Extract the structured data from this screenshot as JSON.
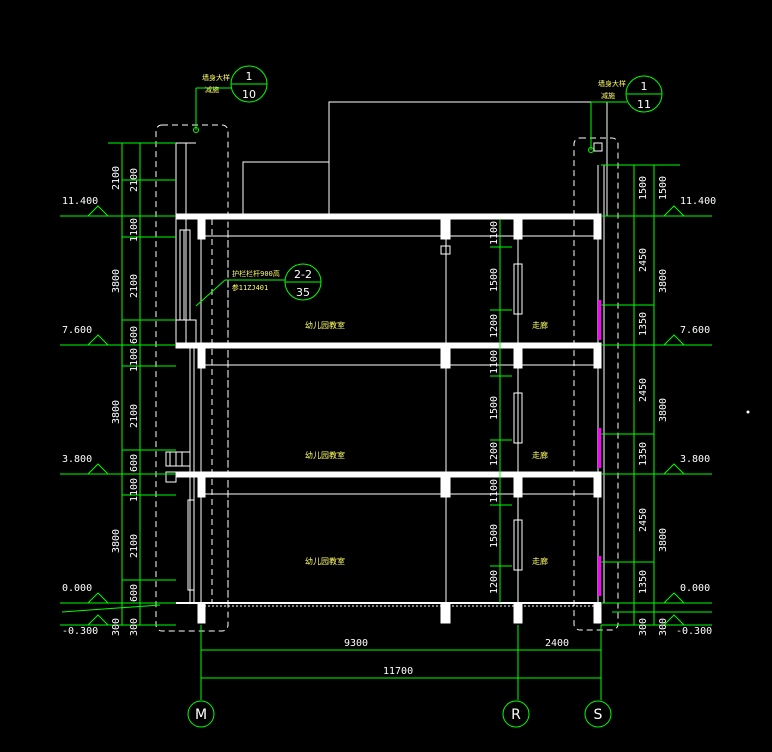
{
  "drawing": {
    "elevations": {
      "left": [
        "11.400",
        "7.600",
        "3.800",
        "0.000",
        "-0.300"
      ],
      "right": [
        "11.400",
        "7.600",
        "3.800",
        "0.000",
        "-0.300"
      ]
    },
    "left_dims_outer": [
      "2100",
      "3800",
      "3800",
      "3800",
      "300"
    ],
    "left_dims_inner": [
      "2100",
      "1100",
      "2100",
      "600",
      "1100",
      "2100",
      "600",
      "1100",
      "2100",
      "600",
      "300"
    ],
    "right_dims_inner": [
      "1500",
      "2450",
      "1350",
      "2450",
      "1350",
      "2450",
      "1350",
      "300"
    ],
    "right_dims_outer": [
      "1500",
      "3800",
      "3800",
      "3800",
      "300"
    ],
    "window_dims": [
      "1100",
      "1500",
      "1200",
      "1100",
      "1500",
      "1200",
      "1100",
      "1500",
      "1200"
    ],
    "bottom_dims": {
      "span1": "9300",
      "span2": "2400",
      "total": "11700"
    },
    "axes": [
      "M",
      "R",
      "S"
    ],
    "detail_callouts": {
      "top_left": {
        "note": "墙身大样",
        "sub": "减施",
        "num": "1",
        "sheet": "10"
      },
      "top_right": {
        "note": "墙身大样",
        "sub": "减施",
        "num": "1",
        "sheet": "11"
      },
      "railing": {
        "note1": "护栏栏杆900高",
        "note2": "参11ZJ401",
        "num": "2-2",
        "sheet": "35"
      }
    },
    "room_labels": {
      "classroom": "幼儿园教室",
      "corridor": "走廊"
    },
    "colors": {
      "bg": "#000000",
      "green": "#00ff00",
      "white": "#ffffff",
      "yellow": "#ffff00",
      "magenta": "#ff00ff"
    }
  }
}
